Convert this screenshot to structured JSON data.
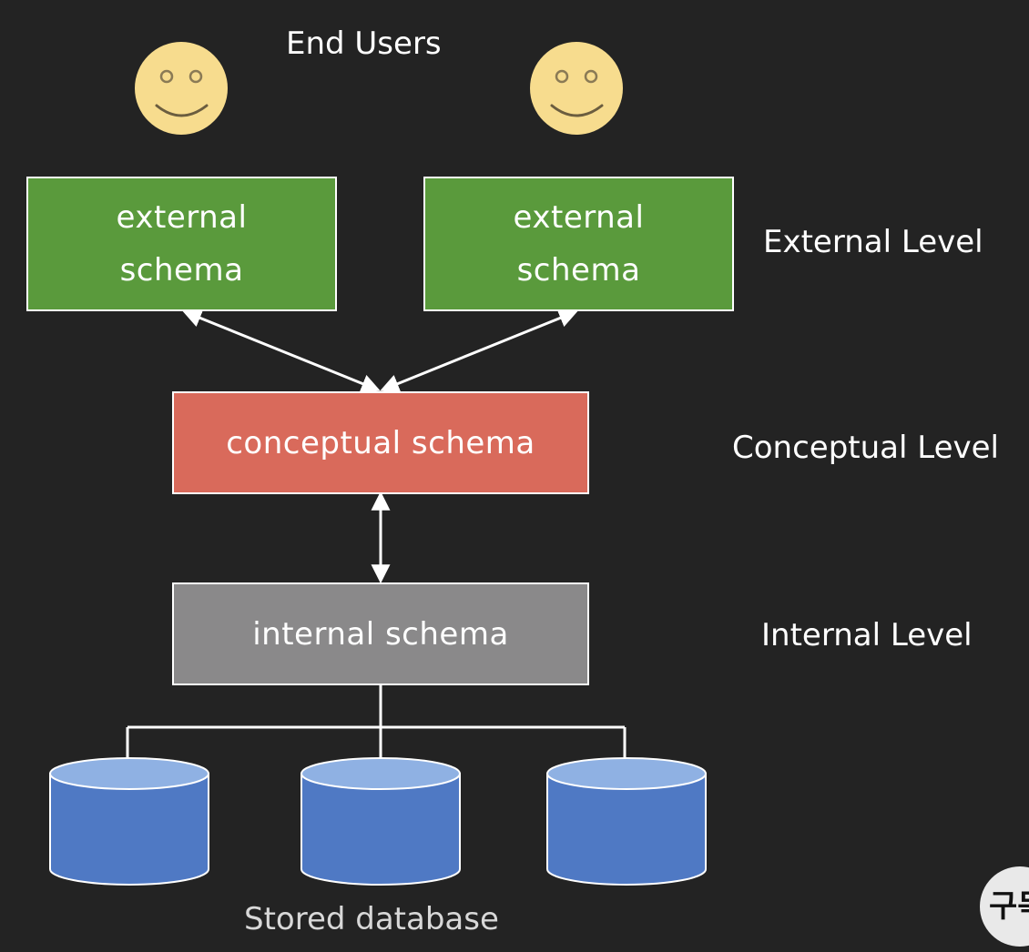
{
  "header": {
    "title": "End Users"
  },
  "external_schemas": [
    {
      "line1": "external",
      "line2": "schema"
    },
    {
      "line1": "external",
      "line2": "schema"
    }
  ],
  "conceptual_schema": {
    "label": "conceptual schema"
  },
  "internal_schema": {
    "label": "internal schema"
  },
  "levels": {
    "external": "External Level",
    "conceptual": "Conceptual Level",
    "internal": "Internal Level"
  },
  "database": {
    "label": "Stored database"
  },
  "badge": {
    "text": "구독"
  },
  "colors": {
    "background": "#232323",
    "external_box": "#5a9a3c",
    "conceptual_box": "#d96a5b",
    "internal_box": "#8a898a",
    "user_face": "#f7dc8e",
    "database_body": "#4f79c4",
    "database_top": "#8fb1e3"
  },
  "icons": {
    "users": "smiley-face-icon",
    "databases": "database-cylinder-icon"
  }
}
